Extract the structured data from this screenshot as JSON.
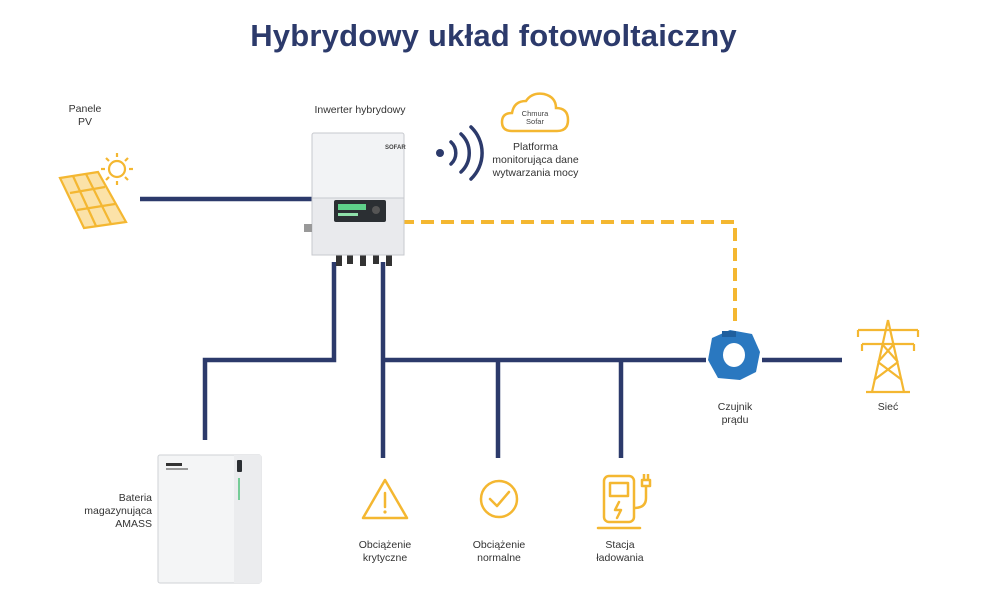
{
  "title": "Hybrydowy układ fotowoltaiczny",
  "colors": {
    "line": "#2c3a6b",
    "accent": "#f4b731",
    "title": "#2c3a6b"
  },
  "nodes": {
    "pv": {
      "label1": "Panele",
      "label2": "PV",
      "icon": "solar-panel-icon"
    },
    "inverter": {
      "label": "Inwerter hybrydowy",
      "brand": "SOFAR"
    },
    "cloud": {
      "text1": "Chmura",
      "text2": "Sofar",
      "icon": "cloud-icon"
    },
    "platform": {
      "label1": "Platforma",
      "label2": "monitorująca dane",
      "label3": "wytwarzania mocy"
    },
    "sensor": {
      "label1": "Czujnik",
      "label2": "prądu",
      "icon": "current-sensor-icon"
    },
    "grid": {
      "label": "Sieć",
      "icon": "power-pylon-icon"
    },
    "battery": {
      "label1": "Bateria",
      "label2": "magazynująca",
      "label3": "AMASS",
      "icon": "battery-cabinet-icon"
    },
    "critical": {
      "label1": "Obciążenie",
      "label2": "krytyczne",
      "icon": "warning-icon"
    },
    "normal": {
      "label1": "Obciążenie",
      "label2": "normalne",
      "icon": "check-circle-icon"
    },
    "charging": {
      "label1": "Stacja",
      "label2": "ładowania",
      "icon": "ev-charger-icon"
    }
  }
}
